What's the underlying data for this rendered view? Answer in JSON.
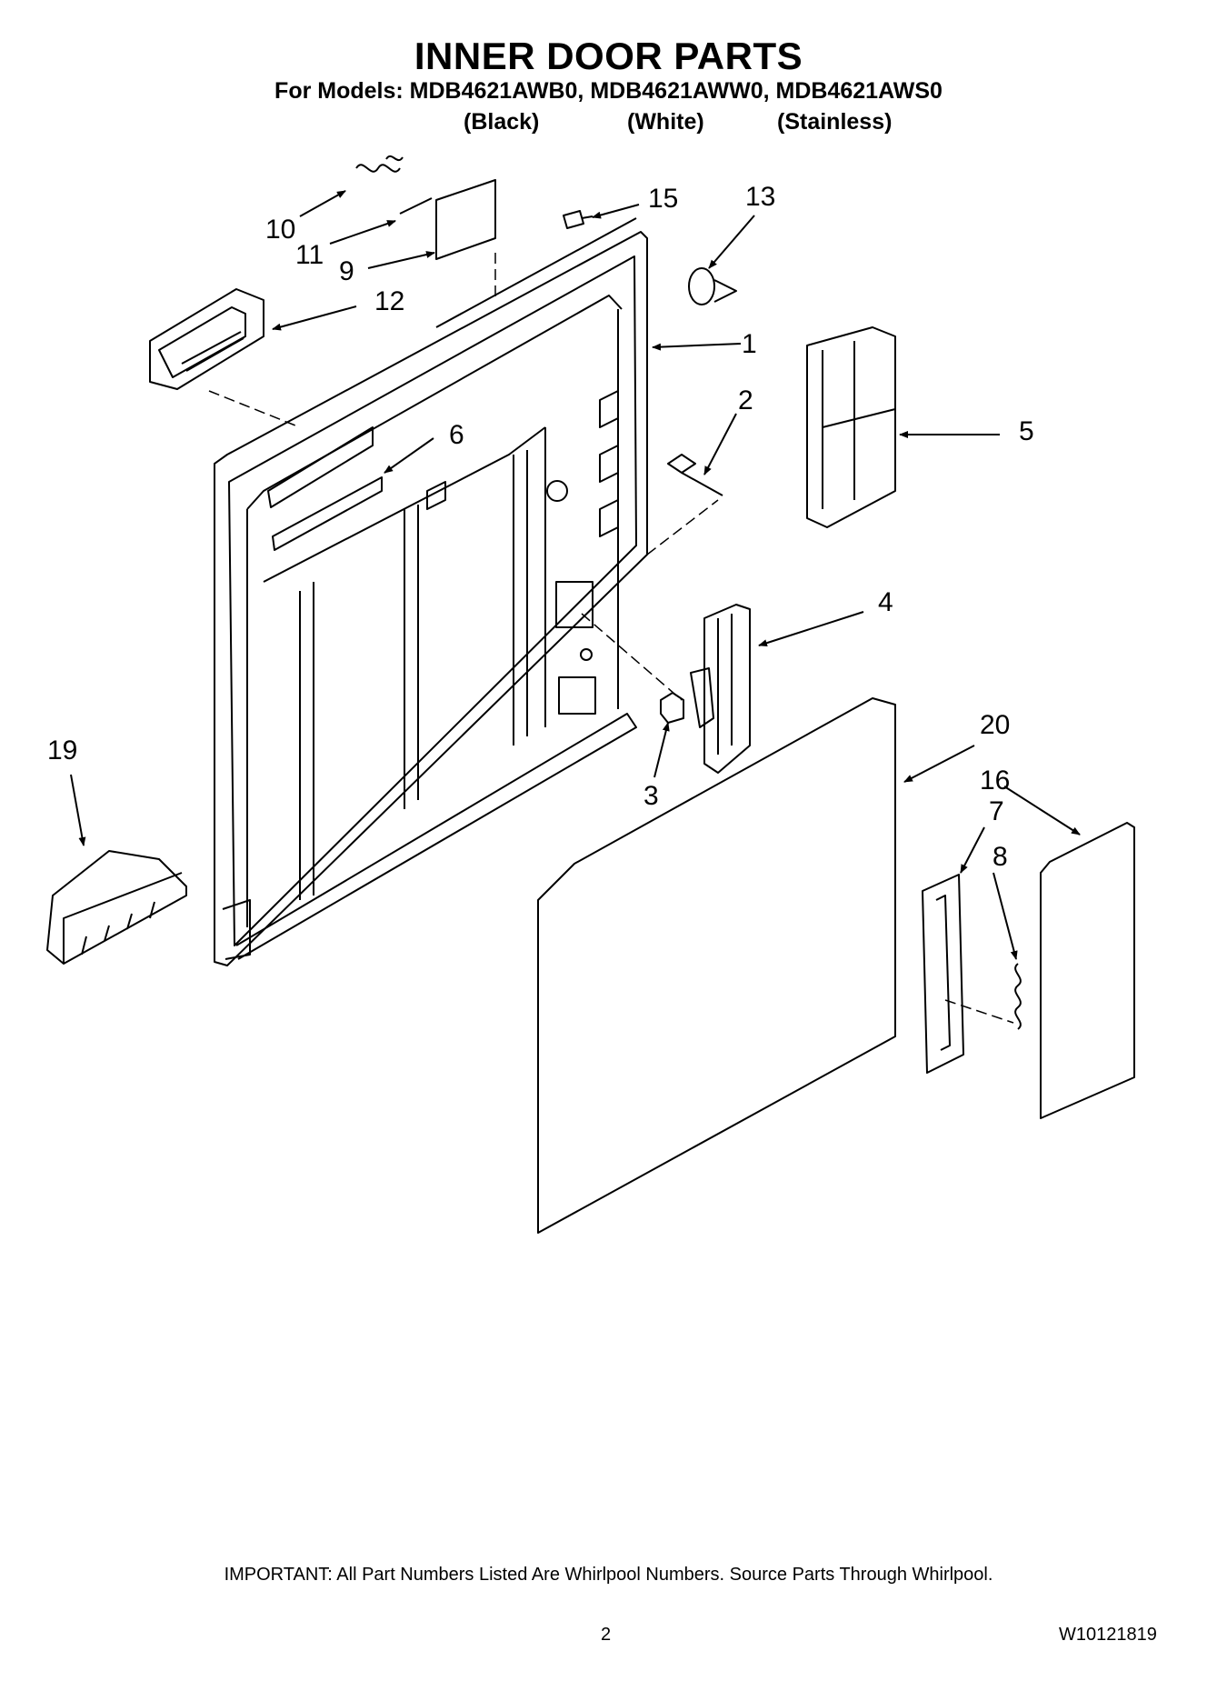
{
  "header": {
    "title": "INNER DOOR PARTS",
    "models_line": "For Models: MDB4621AWB0, MDB4621AWW0, MDB4621AWS0",
    "variants": [
      "(Black)",
      "(White)",
      "(Stainless)"
    ]
  },
  "callouts": {
    "c1": "1",
    "c2": "2",
    "c3": "3",
    "c4": "4",
    "c5": "5",
    "c6": "6",
    "c7": "7",
    "c8": "8",
    "c9": "9",
    "c10": "10",
    "c11": "11",
    "c12": "12",
    "c13": "13",
    "c15": "15",
    "c16": "16",
    "c19": "19",
    "c20": "20"
  },
  "footer": {
    "important": "IMPORTANT: All Part Numbers Listed Are Whirlpool Numbers. Source Parts Through Whirlpool.",
    "page": "2",
    "doc_number": "W10121819"
  }
}
